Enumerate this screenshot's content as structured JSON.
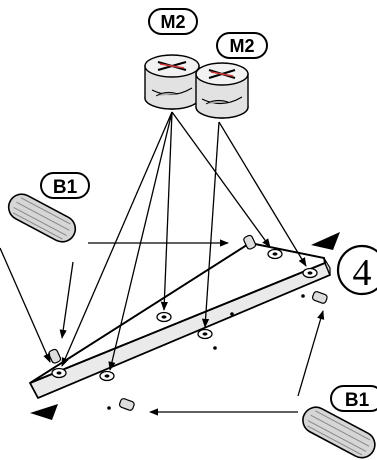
{
  "labels": {
    "cam_lock_a": "M2",
    "cam_lock_b": "M2",
    "dowel_upper": "B1",
    "dowel_lower": "B1",
    "step_number": "4"
  },
  "colors": {
    "ink": "#000000",
    "panel_top": "#ffffff",
    "panel_edge": "#e8e8e8",
    "cam_body": "#e4e4e4",
    "cam_shade": "#b5b5b5",
    "cam_accent": "#d23a3a",
    "dowel": "#cfcfcf"
  },
  "icons": {
    "cam_lock": "cam-lock-fitting-icon",
    "dowel": "wooden-dowel-icon",
    "pointer": "assembly-arrowhead-icon"
  }
}
